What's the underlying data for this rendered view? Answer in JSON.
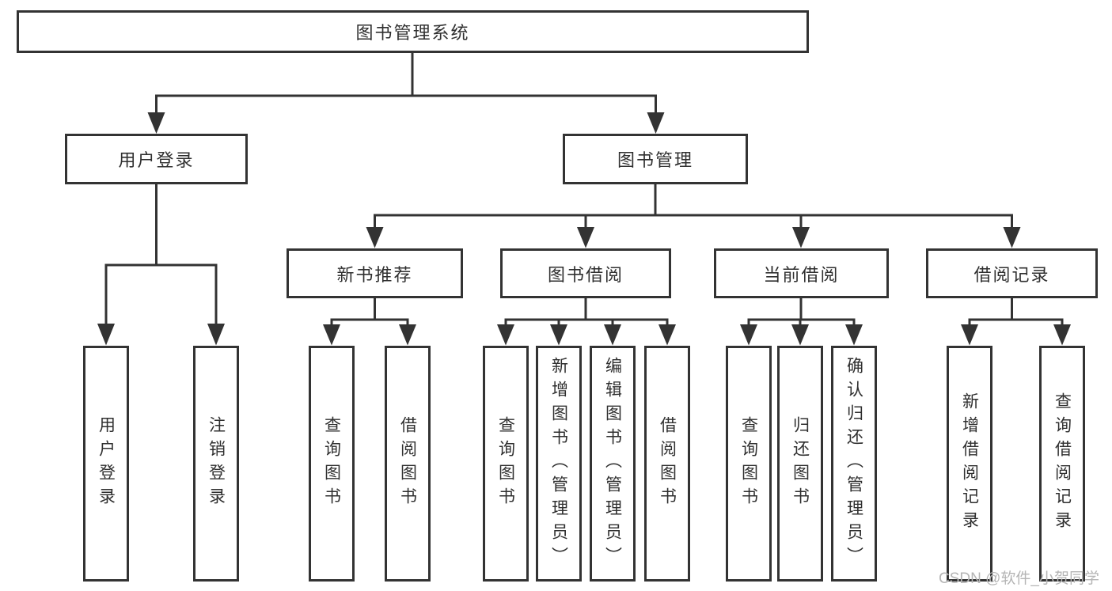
{
  "colors": {
    "line": "#333333",
    "text": "#2f2f2f",
    "watermark": "#b5b5b5",
    "background": "#ffffff"
  },
  "diagram": {
    "root": {
      "label": "图书管理系统"
    },
    "level2": {
      "user_login": {
        "label": "用户登录"
      },
      "book_mgmt": {
        "label": "图书管理"
      }
    },
    "level3": {
      "new_book_rec": {
        "label": "新书推荐"
      },
      "book_borrow": {
        "label": "图书借阅"
      },
      "current_borrow": {
        "label": "当前借阅"
      },
      "borrow_record": {
        "label": "借阅记录"
      }
    },
    "leaves": [
      {
        "label": "用户登录"
      },
      {
        "label": "注销登录"
      },
      {
        "label": "查询图书"
      },
      {
        "label": "借阅图书"
      },
      {
        "label": "查询图书"
      },
      {
        "label": "新增图书（管理员）"
      },
      {
        "label": "编辑图书（管理员）"
      },
      {
        "label": "借阅图书"
      },
      {
        "label": "查询图书"
      },
      {
        "label": "归还图书"
      },
      {
        "label": "确认归还（管理员）"
      },
      {
        "label": "新增借阅记录"
      },
      {
        "label": "查询借阅记录"
      }
    ]
  },
  "watermark": {
    "text": "CSDN @软件_小贺同学"
  }
}
